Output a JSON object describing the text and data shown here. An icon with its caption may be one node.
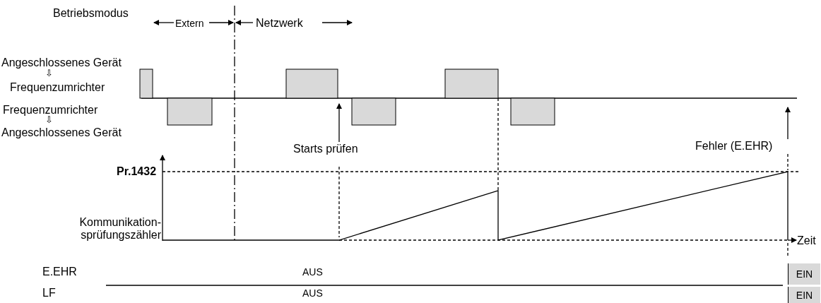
{
  "diagram": {
    "nodes": [
      {
        "text": [
          "Starts prüfen"
        ]
      },
      {
        "text": [
          "Fehler (E.EHR)"
        ]
      },
      {
        "text": [
          "EIN"
        ]
      },
      {
        "text": [
          "EIN"
        ]
      }
    ],
    "edges": [
      {
        "from": 0,
        "to": null,
        "arrow": "to"
      },
      {
        "from": 1,
        "to": null,
        "arrow": "to"
      }
    ],
    "labels": [
      "Betriebsmodus",
      "Extern",
      "Netzwerk",
      "Angeschlossenes Gerät",
      "⇩",
      "Frequenzumrichter",
      "Frequenzumrichter",
      "⇩",
      "Angeschlossenes Gerät",
      "Pr.1432",
      "Kommunikation- sprüfungszähler",
      "Zeit",
      "E.EHR",
      "AUS",
      "LF",
      "AUS"
    ]
  }
}
